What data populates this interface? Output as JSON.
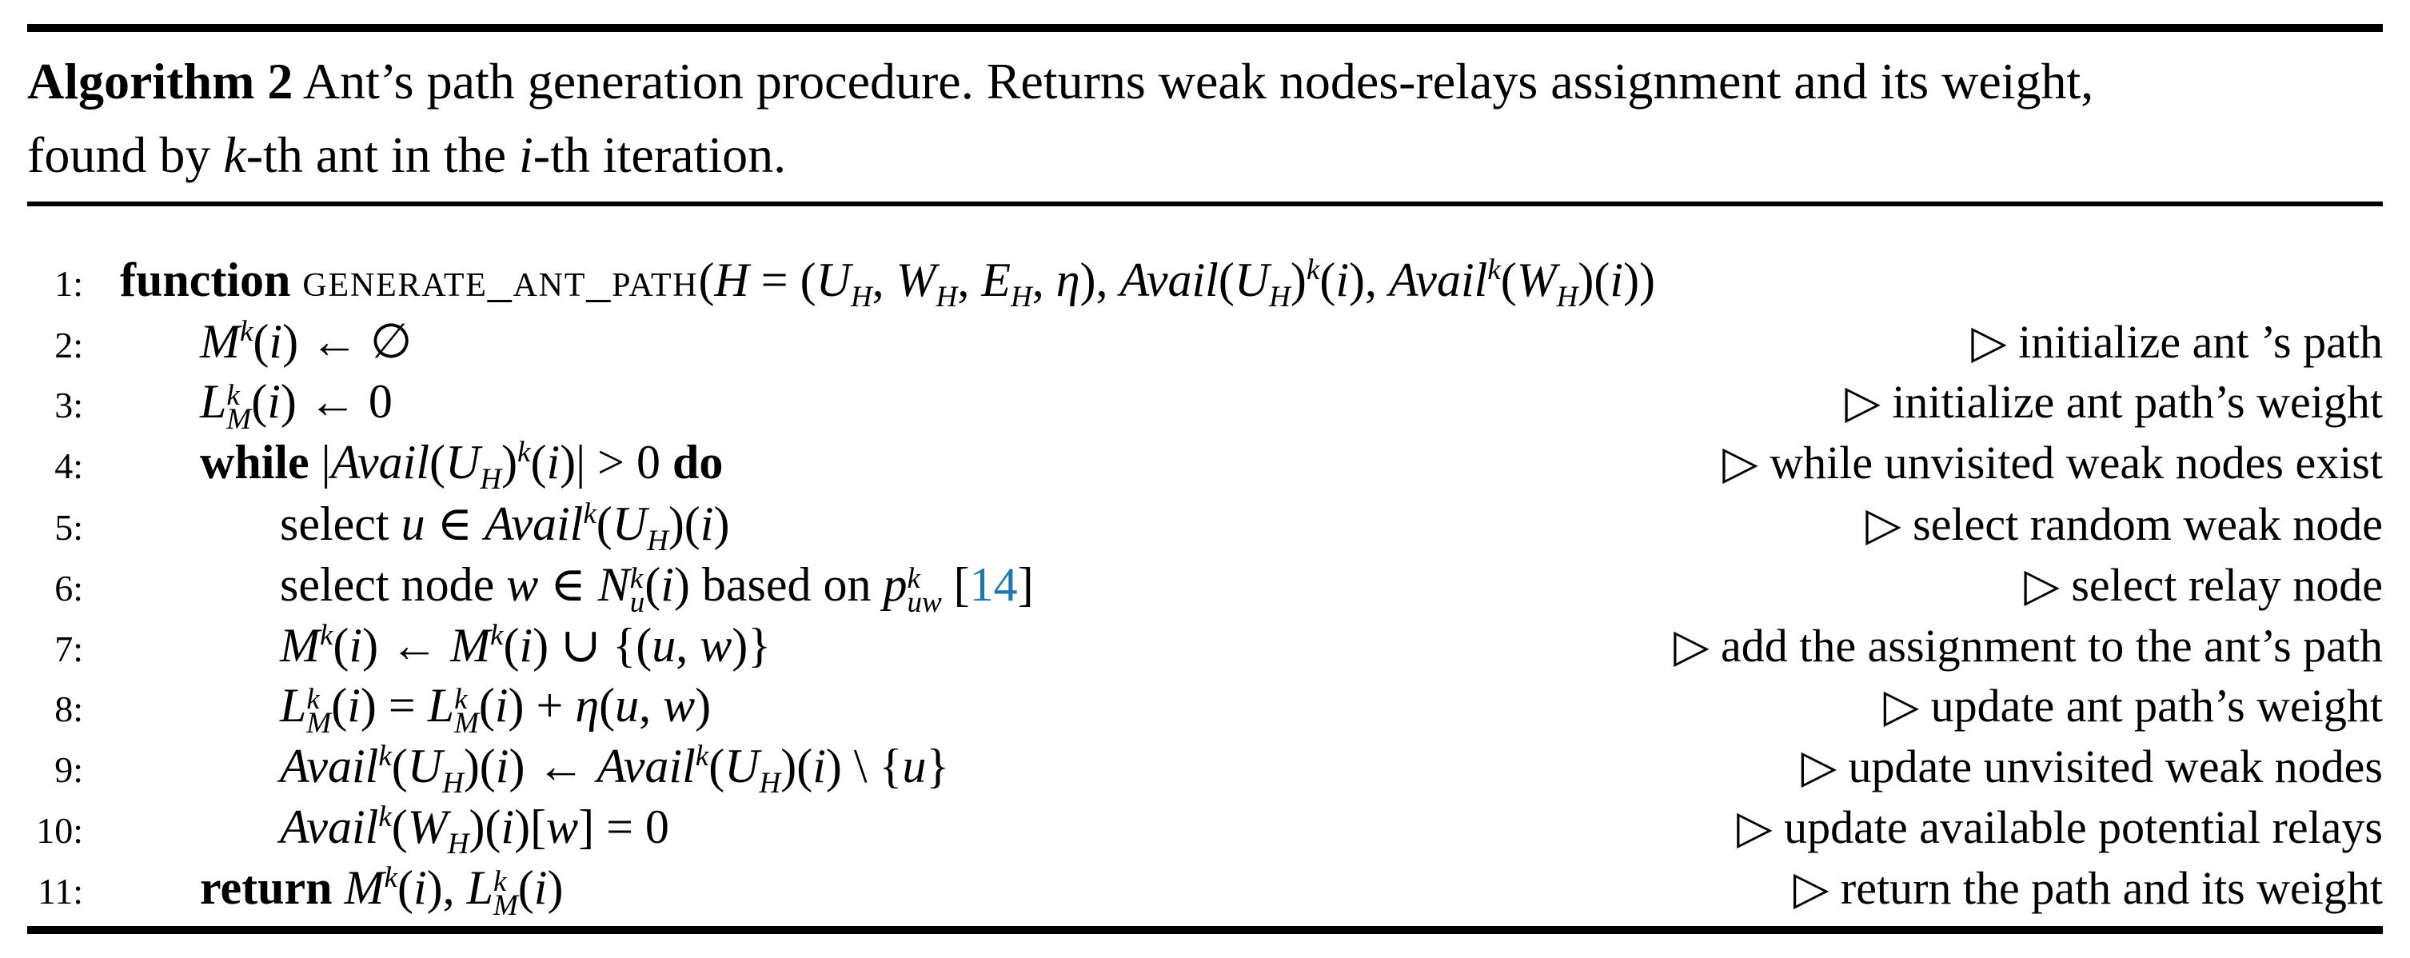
{
  "colors": {
    "text": "#000000",
    "background": "#ffffff",
    "citation_link": "#1878b4"
  },
  "comment_marker": "▷",
  "caption": {
    "label": "Algorithm 2",
    "line1_rest": " Ant’s path generation procedure. Returns weak nodes-relays assignment and its weight,",
    "line2_tokens": [
      {
        "s": "rm",
        "t": "found by "
      },
      {
        "s": "it",
        "t": "k"
      },
      {
        "s": "rm",
        "t": "-th ant in the "
      },
      {
        "s": "it",
        "t": "i"
      },
      {
        "s": "rm",
        "t": "-th iteration."
      }
    ]
  },
  "algorithm": {
    "lines": [
      {
        "number": "1:",
        "indent": 0,
        "comment": null,
        "tokens": [
          {
            "s": "kw",
            "t": "function "
          },
          {
            "s": "fn",
            "t": "generate_ant_path"
          },
          {
            "s": "rm",
            "t": "("
          },
          {
            "s": "it",
            "t": "H"
          },
          {
            "s": "rm",
            "t": " = ("
          },
          {
            "s": "it",
            "t": "U"
          },
          {
            "s": "sub",
            "t": "H"
          },
          {
            "s": "rm",
            "t": ", "
          },
          {
            "s": "it",
            "t": "W"
          },
          {
            "s": "sub",
            "t": "H"
          },
          {
            "s": "rm",
            "t": ", "
          },
          {
            "s": "it",
            "t": "E"
          },
          {
            "s": "sub",
            "t": "H"
          },
          {
            "s": "rm",
            "t": ", "
          },
          {
            "s": "it",
            "t": "η"
          },
          {
            "s": "rm",
            "t": "), "
          },
          {
            "s": "it",
            "t": "Avail"
          },
          {
            "s": "rm",
            "t": "("
          },
          {
            "s": "it",
            "t": "U"
          },
          {
            "s": "sub",
            "t": "H"
          },
          {
            "s": "rm",
            "t": ")"
          },
          {
            "s": "sup",
            "t": "k"
          },
          {
            "s": "rm",
            "t": "("
          },
          {
            "s": "it",
            "t": "i"
          },
          {
            "s": "rm",
            "t": "), "
          },
          {
            "s": "it",
            "t": "Avail"
          },
          {
            "s": "sup",
            "t": "k"
          },
          {
            "s": "rm",
            "t": "("
          },
          {
            "s": "it",
            "t": "W"
          },
          {
            "s": "sub",
            "t": "H"
          },
          {
            "s": "rm",
            "t": ")("
          },
          {
            "s": "it",
            "t": "i"
          },
          {
            "s": "rm",
            "t": "))"
          }
        ]
      },
      {
        "number": "2:",
        "indent": 1,
        "comment": "initialize ant ’s path",
        "tokens": [
          {
            "s": "it",
            "t": "M"
          },
          {
            "s": "sup",
            "t": "k"
          },
          {
            "s": "rm",
            "t": "("
          },
          {
            "s": "it",
            "t": "i"
          },
          {
            "s": "rm",
            "t": ") ← ∅"
          }
        ]
      },
      {
        "number": "3:",
        "indent": 1,
        "comment": "initialize ant path’s weight",
        "tokens": [
          {
            "s": "it",
            "t": "L"
          },
          {
            "s": "ss",
            "sup": "k",
            "sub": "M"
          },
          {
            "s": "rm",
            "t": "("
          },
          {
            "s": "it",
            "t": "i"
          },
          {
            "s": "rm",
            "t": ") ← 0"
          }
        ]
      },
      {
        "number": "4:",
        "indent": 1,
        "comment": "while unvisited weak nodes exist",
        "tokens": [
          {
            "s": "kw",
            "t": "while "
          },
          {
            "s": "rm",
            "t": "|"
          },
          {
            "s": "it",
            "t": "Avail"
          },
          {
            "s": "rm",
            "t": "("
          },
          {
            "s": "it",
            "t": "U"
          },
          {
            "s": "sub",
            "t": "H"
          },
          {
            "s": "rm",
            "t": ")"
          },
          {
            "s": "sup",
            "t": "k"
          },
          {
            "s": "rm",
            "t": "("
          },
          {
            "s": "it",
            "t": "i"
          },
          {
            "s": "rm",
            "t": ")| > 0 "
          },
          {
            "s": "kw",
            "t": "do"
          }
        ]
      },
      {
        "number": "5:",
        "indent": 2,
        "comment": "select random weak node",
        "tokens": [
          {
            "s": "rm",
            "t": "select "
          },
          {
            "s": "it",
            "t": "u"
          },
          {
            "s": "rm",
            "t": " ∈ "
          },
          {
            "s": "it",
            "t": "Avail"
          },
          {
            "s": "sup",
            "t": "k"
          },
          {
            "s": "rm",
            "t": "("
          },
          {
            "s": "it",
            "t": "U"
          },
          {
            "s": "sub",
            "t": "H"
          },
          {
            "s": "rm",
            "t": ")("
          },
          {
            "s": "it",
            "t": "i"
          },
          {
            "s": "rm",
            "t": ")"
          }
        ]
      },
      {
        "number": "6:",
        "indent": 2,
        "comment": "select relay node",
        "tokens": [
          {
            "s": "rm",
            "t": "select node "
          },
          {
            "s": "it",
            "t": "w"
          },
          {
            "s": "rm",
            "t": " ∈ "
          },
          {
            "s": "it",
            "t": "N"
          },
          {
            "s": "ss",
            "sup": "k",
            "sub": "u"
          },
          {
            "s": "rm",
            "t": "("
          },
          {
            "s": "it",
            "t": "i"
          },
          {
            "s": "rm",
            "t": ") based on "
          },
          {
            "s": "it",
            "t": "p"
          },
          {
            "s": "ss",
            "sup": "k",
            "sub": "uw"
          },
          {
            "s": "rm",
            "t": " ["
          },
          {
            "s": "cite",
            "t": "14"
          },
          {
            "s": "rm",
            "t": "]"
          }
        ]
      },
      {
        "number": "7:",
        "indent": 2,
        "comment": "add the assignment to the ant’s path",
        "tokens": [
          {
            "s": "it",
            "t": "M"
          },
          {
            "s": "sup",
            "t": "k"
          },
          {
            "s": "rm",
            "t": "("
          },
          {
            "s": "it",
            "t": "i"
          },
          {
            "s": "rm",
            "t": ") ← "
          },
          {
            "s": "it",
            "t": "M"
          },
          {
            "s": "sup",
            "t": "k"
          },
          {
            "s": "rm",
            "t": "("
          },
          {
            "s": "it",
            "t": "i"
          },
          {
            "s": "rm",
            "t": ") ∪ {("
          },
          {
            "s": "it",
            "t": "u"
          },
          {
            "s": "rm",
            "t": ", "
          },
          {
            "s": "it",
            "t": "w"
          },
          {
            "s": "rm",
            "t": ")}"
          }
        ]
      },
      {
        "number": "8:",
        "indent": 2,
        "comment": "update ant path’s weight",
        "tokens": [
          {
            "s": "it",
            "t": "L"
          },
          {
            "s": "ss",
            "sup": "k",
            "sub": "M"
          },
          {
            "s": "rm",
            "t": "("
          },
          {
            "s": "it",
            "t": "i"
          },
          {
            "s": "rm",
            "t": ") = "
          },
          {
            "s": "it",
            "t": "L"
          },
          {
            "s": "ss",
            "sup": "k",
            "sub": "M"
          },
          {
            "s": "rm",
            "t": "("
          },
          {
            "s": "it",
            "t": "i"
          },
          {
            "s": "rm",
            "t": ") + "
          },
          {
            "s": "it",
            "t": "η"
          },
          {
            "s": "rm",
            "t": "("
          },
          {
            "s": "it",
            "t": "u"
          },
          {
            "s": "rm",
            "t": ", "
          },
          {
            "s": "it",
            "t": "w"
          },
          {
            "s": "rm",
            "t": ")"
          }
        ]
      },
      {
        "number": "9:",
        "indent": 2,
        "comment": "update unvisited weak nodes",
        "tokens": [
          {
            "s": "it",
            "t": "Avail"
          },
          {
            "s": "sup",
            "t": "k"
          },
          {
            "s": "rm",
            "t": "("
          },
          {
            "s": "it",
            "t": "U"
          },
          {
            "s": "sub",
            "t": "H"
          },
          {
            "s": "rm",
            "t": ")("
          },
          {
            "s": "it",
            "t": "i"
          },
          {
            "s": "rm",
            "t": ") ← "
          },
          {
            "s": "it",
            "t": "Avail"
          },
          {
            "s": "sup",
            "t": "k"
          },
          {
            "s": "rm",
            "t": "("
          },
          {
            "s": "it",
            "t": "U"
          },
          {
            "s": "sub",
            "t": "H"
          },
          {
            "s": "rm",
            "t": ")("
          },
          {
            "s": "it",
            "t": "i"
          },
          {
            "s": "rm",
            "t": ") \\ {"
          },
          {
            "s": "it",
            "t": "u"
          },
          {
            "s": "rm",
            "t": "}"
          }
        ]
      },
      {
        "number": "10:",
        "indent": 2,
        "comment": "update available potential relays",
        "tokens": [
          {
            "s": "it",
            "t": "Avail"
          },
          {
            "s": "sup",
            "t": "k"
          },
          {
            "s": "rm",
            "t": "("
          },
          {
            "s": "it",
            "t": "W"
          },
          {
            "s": "sub",
            "t": "H"
          },
          {
            "s": "rm",
            "t": ")("
          },
          {
            "s": "it",
            "t": "i"
          },
          {
            "s": "rm",
            "t": ")["
          },
          {
            "s": "it",
            "t": "w"
          },
          {
            "s": "rm",
            "t": "] = 0"
          }
        ]
      },
      {
        "number": "11:",
        "indent": 1,
        "comment": "return the path and its weight",
        "tokens": [
          {
            "s": "kw",
            "t": "return "
          },
          {
            "s": "it",
            "t": "M"
          },
          {
            "s": "sup",
            "t": "k"
          },
          {
            "s": "rm",
            "t": "("
          },
          {
            "s": "it",
            "t": "i"
          },
          {
            "s": "rm",
            "t": "), "
          },
          {
            "s": "it",
            "t": "L"
          },
          {
            "s": "ss",
            "sup": "k",
            "sub": "M"
          },
          {
            "s": "rm",
            "t": "("
          },
          {
            "s": "it",
            "t": "i"
          },
          {
            "s": "rm",
            "t": ")"
          }
        ]
      }
    ]
  }
}
